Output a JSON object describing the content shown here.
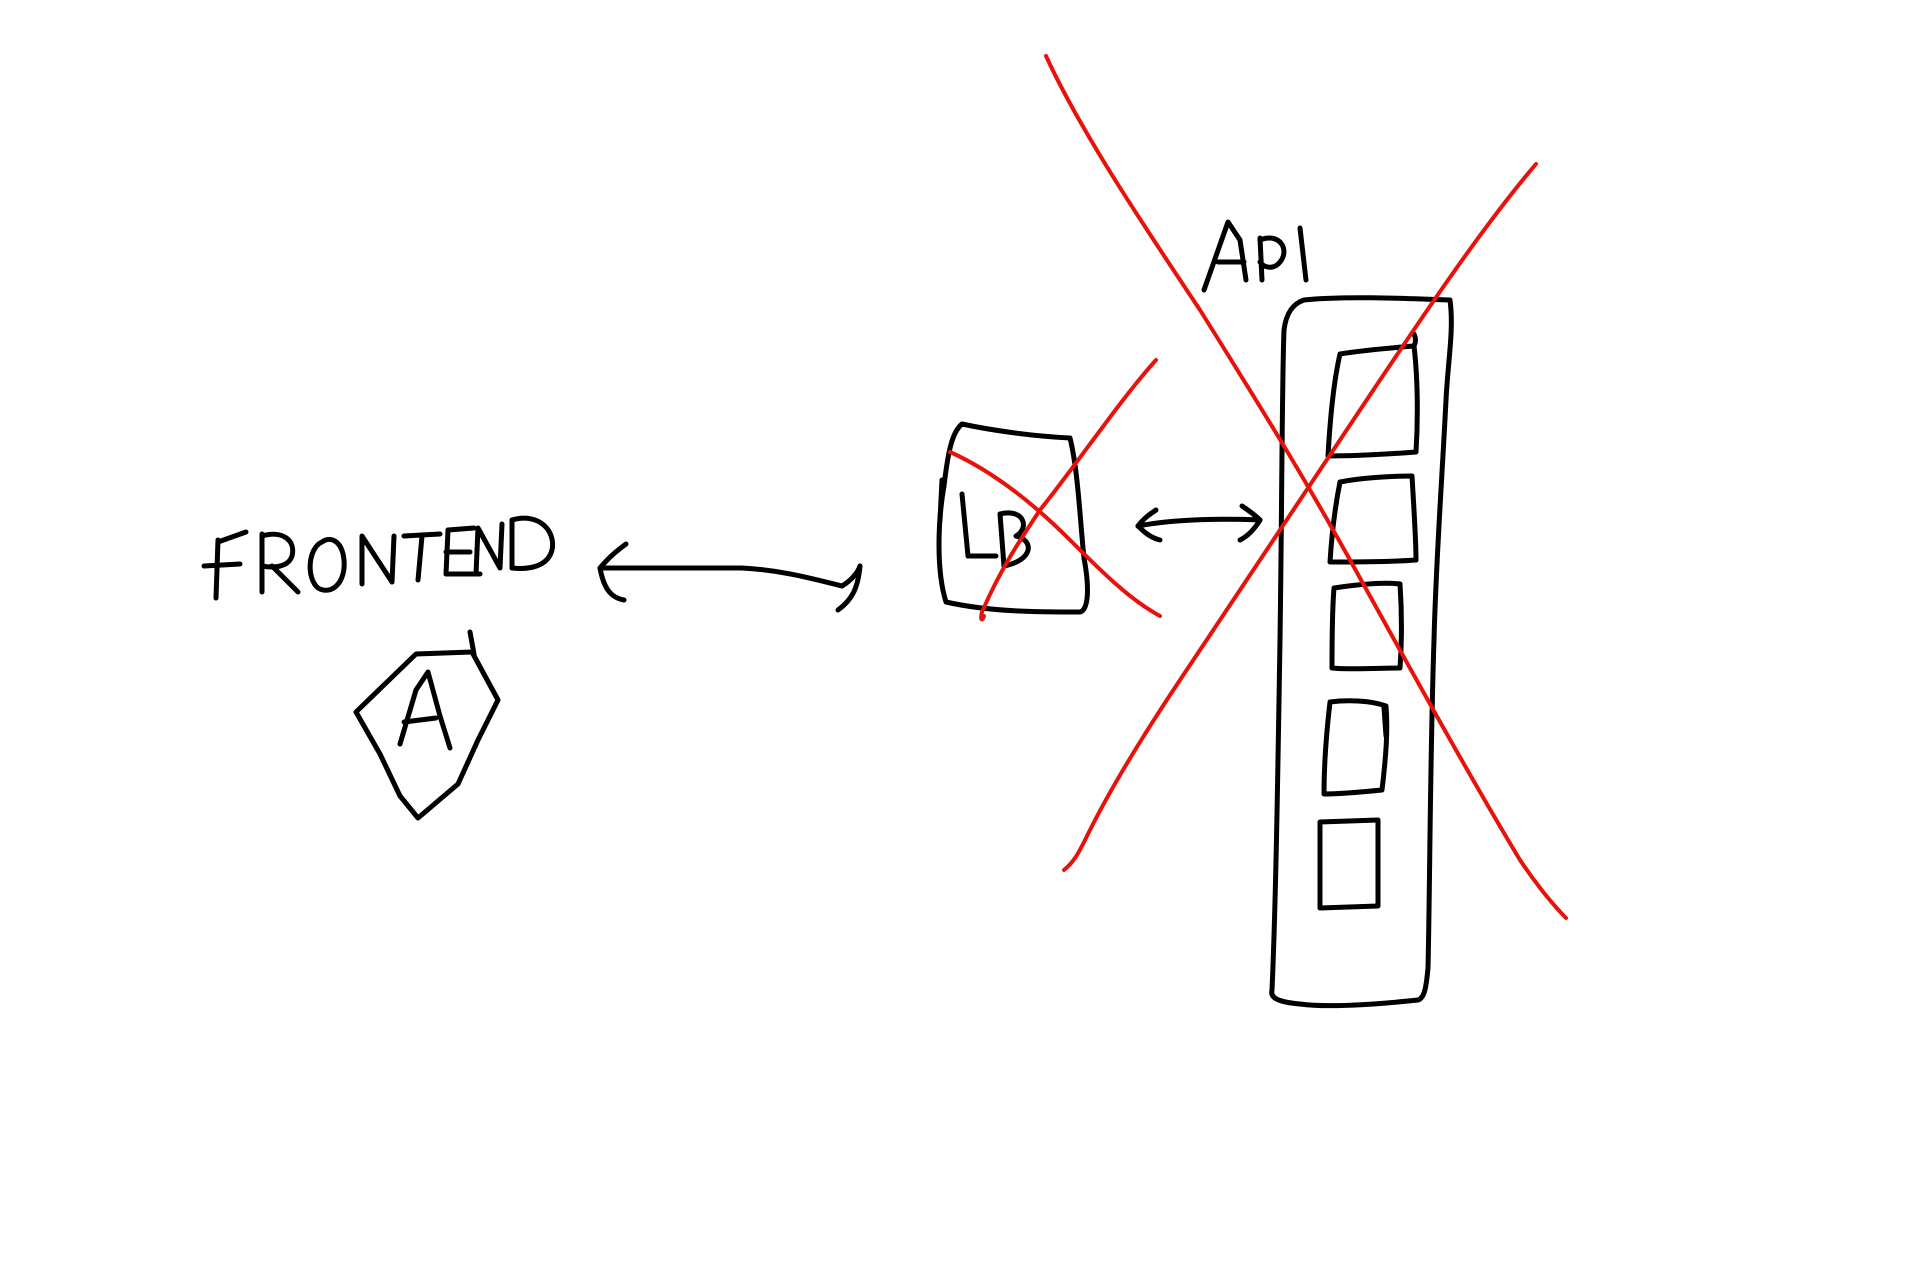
{
  "diagram": {
    "labels": {
      "frontend": "FRONTEND",
      "frontend_badge": "A",
      "load_balancer": "LB",
      "api": "API"
    },
    "colors": {
      "ink": "#000000",
      "strike": "#e8120c",
      "background": "#ffffff"
    },
    "struck_out": [
      "LB",
      "API"
    ],
    "api_stack_boxes": 5
  }
}
